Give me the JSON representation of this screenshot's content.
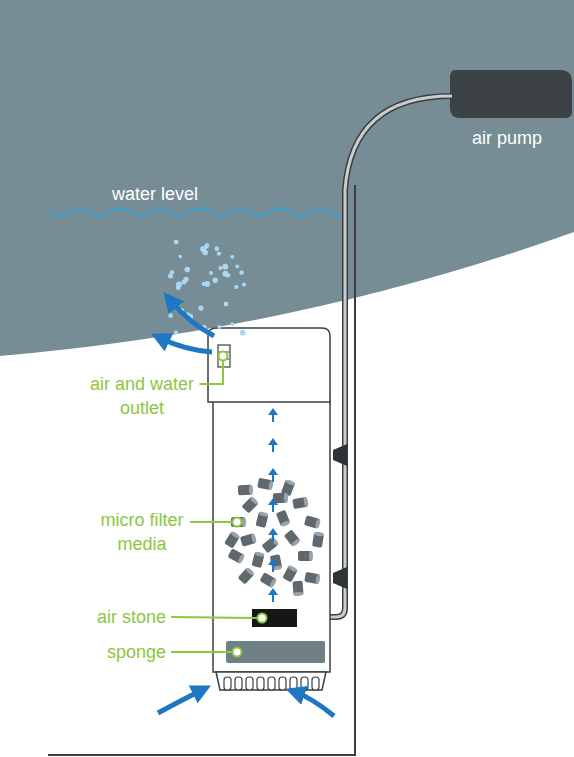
{
  "diagram": {
    "labels": [
      "air pump",
      "water level",
      "air and water outlet",
      "micro filter media",
      "air stone",
      "sponge"
    ]
  }
}
